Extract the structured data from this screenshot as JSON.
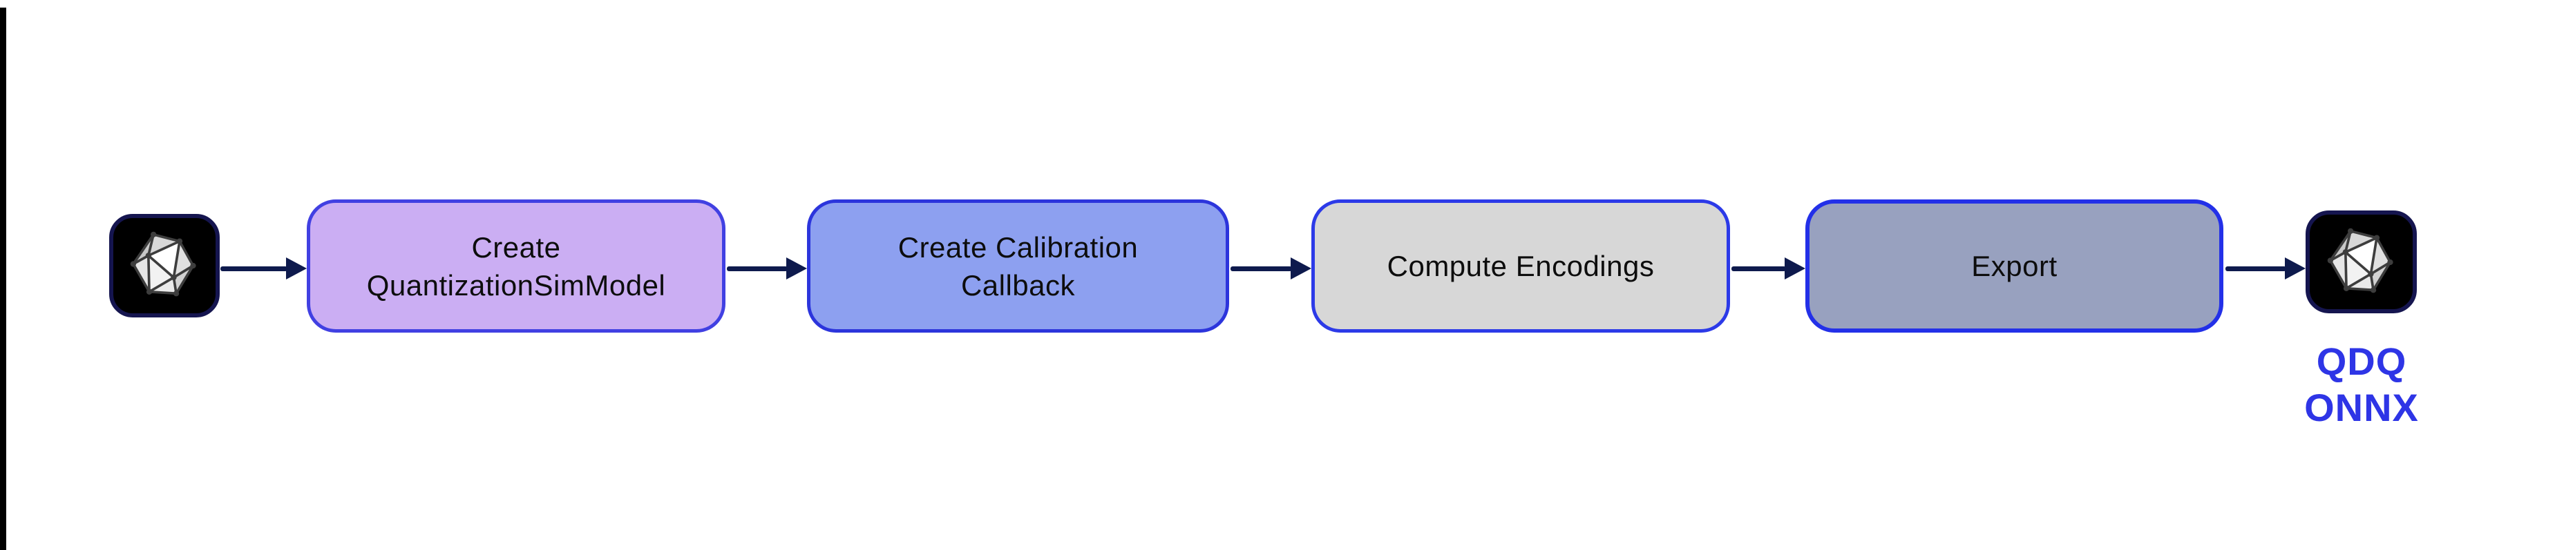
{
  "diagram": {
    "background_color": "#ffffff",
    "left_edge_bar_color": "#000000",
    "arrow_color": "#0e1a4d",
    "input_icon": {
      "icon": "onnx-logo",
      "frame_color": "#000000",
      "frame_border_color": "#15154f"
    },
    "steps": [
      {
        "line1": "Create",
        "line2": "QuantizationSimModel",
        "fill": "#cbaef3",
        "border": "#4140e2"
      },
      {
        "line1": "Create Calibration",
        "line2": "Callback",
        "fill": "#8da0f0",
        "border": "#2c35dc"
      },
      {
        "line1": "Compute Encodings",
        "fill": "#d7d7d7",
        "border": "#2c3ae8"
      },
      {
        "line1": "Export",
        "fill": "#98a1bf",
        "border": "#2330e8"
      }
    ],
    "output_icon": {
      "icon": "onnx-logo",
      "frame_color": "#000000",
      "frame_border_color": "#15154f"
    },
    "output_caption": {
      "line1": "QDQ",
      "line2": "ONNX",
      "color": "#2e35e6"
    }
  }
}
